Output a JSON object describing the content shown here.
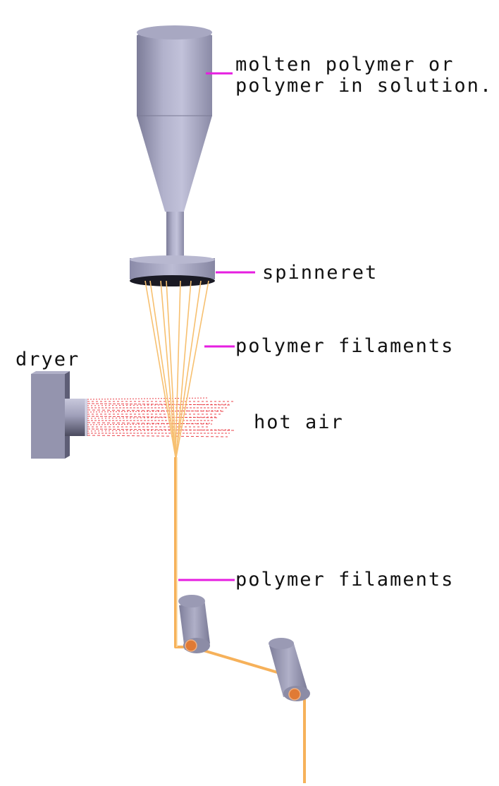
{
  "labels": {
    "hopper_line1": "molten polymer or",
    "hopper_line2": "polymer in solution.",
    "spinneret": "spinneret",
    "filaments_upper": "polymer filaments",
    "dryer": "dryer",
    "hot_air": "hot air",
    "filaments_lower": "polymer filaments"
  },
  "colors": {
    "leader": "#e61ee0",
    "filament": "#f7c070",
    "hot_air": "#e8202a",
    "metal_light": "#b9b9d3",
    "metal_mid": "#9898b4",
    "metal_dark": "#6e6e88",
    "roller_core": "#e07a35"
  }
}
